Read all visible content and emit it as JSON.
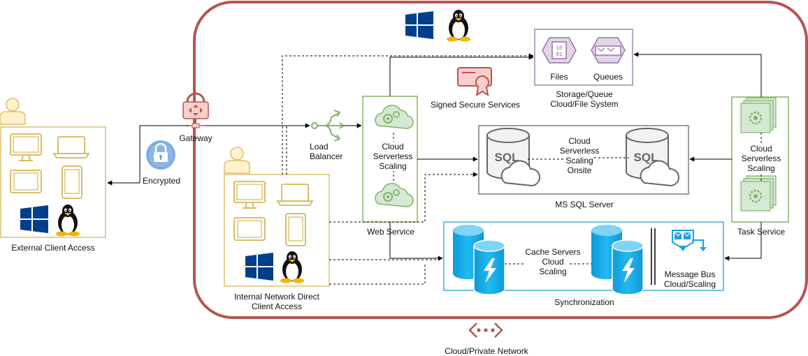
{
  "network": {
    "label": "Cloud/Private Network",
    "border_color": "#b85450"
  },
  "external_client": {
    "label": "External Client Access"
  },
  "internal_client": {
    "label_line1": "Internal Network Direct",
    "label_line2": "Client Access"
  },
  "gateway": {
    "label": "Gateway"
  },
  "encrypted": {
    "label": "Encrypted"
  },
  "load_balancer": {
    "label_line1": "Load",
    "label_line2": "Balancer"
  },
  "web_service": {
    "label": "Web Service",
    "inner_line1": "Cloud",
    "inner_line2": "Serverless",
    "inner_line3": "Scaling"
  },
  "signed_services": {
    "label": "Signed Secure Services"
  },
  "storage": {
    "label_line1": "Storage/Queue",
    "label_line2": "Cloud/File System",
    "files_label": "Files",
    "queues_label": "Queues"
  },
  "sql_server": {
    "label": "MS SQL Server",
    "inner_line1": "Cloud",
    "inner_line2": "Serverless",
    "inner_line3": "Scaling",
    "inner_line4": "Onsite",
    "sql_text": "SQL"
  },
  "task_service": {
    "label": "Task Service",
    "inner_line1": "Cloud",
    "inner_line2": "Serverless",
    "inner_line3": "Scaling"
  },
  "sync": {
    "label": "Synchronization",
    "cache_line1": "Cache Servers",
    "cache_line2": "Cloud",
    "cache_line3": "Scaling",
    "bus_line1": "Message Bus",
    "bus_line2": "Cloud/Scaling"
  },
  "colors": {
    "device": "#d6b656",
    "green": "#82b366",
    "blue": "#1ba1e2",
    "purple": "#9673a6",
    "windows": "#003f8a"
  },
  "files_icon": {
    "bits_top": "10",
    "bits_bottom": "01"
  }
}
